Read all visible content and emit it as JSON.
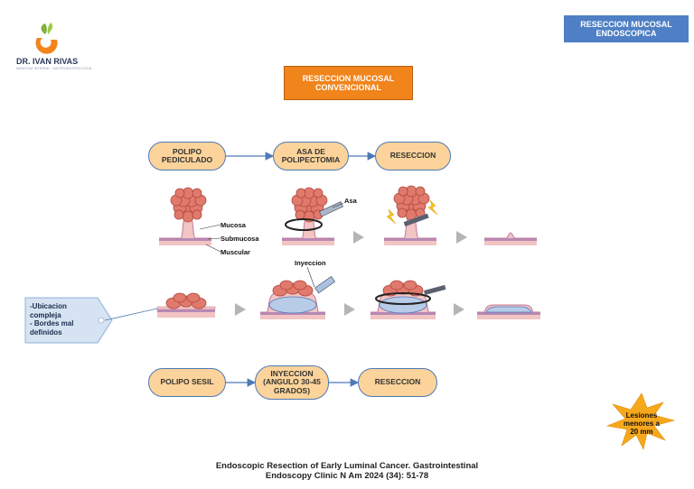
{
  "logo": {
    "name": "DR. IVAN RIVAS",
    "subtitle": "MEDICINA INTERNA · GASTROENTEROLOGIA",
    "accent": "#f1841b",
    "green": "#7fb23a"
  },
  "corner_label": {
    "line1": "RESECCION MUCOSAL",
    "line2": "ENDOSCOPICA"
  },
  "title": {
    "line1": "RESECCION MUCOSAL",
    "line2": "CONVENCIONAL"
  },
  "flow_top": {
    "steps": [
      {
        "line1": "POLIPO",
        "line2": "PEDICULADO"
      },
      {
        "line1": "ASA DE",
        "line2": "POLIPECTOMIA"
      },
      {
        "line1": "RESECCION",
        "line2": ""
      }
    ]
  },
  "layers": {
    "mucosa": "Mucosa",
    "submucosa": "Submucosa",
    "muscular": "Muscular"
  },
  "annotations": {
    "snare": "Asa",
    "injection": "Inyeccion"
  },
  "callout": {
    "line1": "-Ubicacion",
    "line2": "compleja",
    "line3": "- Bordes mal",
    "line4": "definidos"
  },
  "flow_bottom": {
    "steps": [
      {
        "line1": "POLIPO SESIL",
        "line2": "",
        "line3": ""
      },
      {
        "line1": "INYECCION",
        "line2": "(ANGULO 30-45",
        "line3": "GRADOS)"
      },
      {
        "line1": "RESECCION",
        "line2": "",
        "line3": ""
      }
    ]
  },
  "starburst": {
    "line1": "Lesiones",
    "line2": "menores a",
    "line3": "20 mm",
    "color": "#f6a81c"
  },
  "reference": {
    "line1": "Endoscopic Resection of Early  Luminal Cancer. Gastrointestinal",
    "line2": "Endoscopy Clinic  N Am 2024 (34): 51-78"
  },
  "colors": {
    "arrow": "#4e79b8",
    "pill_fill": "#fcd39a",
    "tissue_pink": "#f2c4c4",
    "tissue_purple": "#b689b6",
    "polyp": "#e07a6c",
    "fluid": "#b8cce8"
  }
}
